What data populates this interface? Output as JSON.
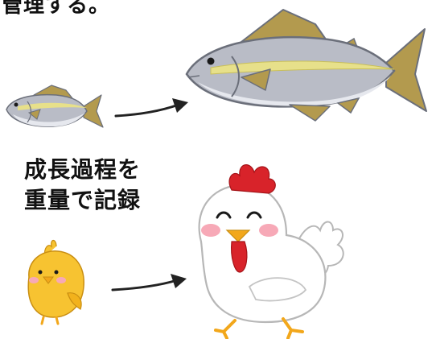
{
  "top_text": "管理する。",
  "caption": {
    "line1": "成長過程を",
    "line2": "重量で記録"
  },
  "colors": {
    "fish_body": "#b9bcc6",
    "fish_belly": "#e6e8ee",
    "fish_stripe": "#e7e08a",
    "fish_fin": "#b39a4e",
    "fish_outline": "#6b6f7a",
    "chick_body": "#f7c331",
    "chicken_comb": "#d8232a",
    "chicken_beak": "#f2a71b",
    "cheek": "#f7a9b7",
    "arrow": "#222222"
  },
  "icons": [
    "small-fish-icon",
    "large-fish-icon",
    "chick-icon",
    "chicken-icon",
    "arrow-icon"
  ]
}
